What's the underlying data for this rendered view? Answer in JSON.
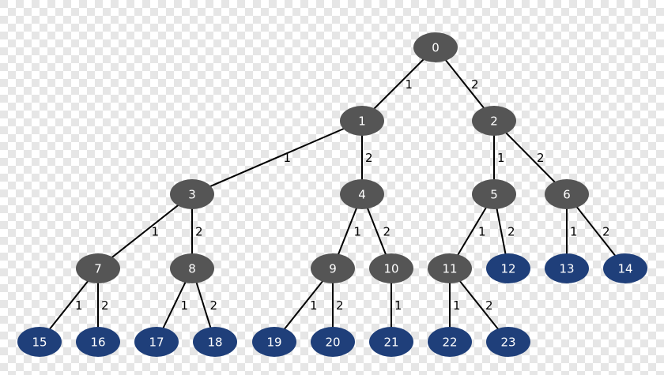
{
  "colors": {
    "internal_node": "#555555",
    "leaf_node": "#1f3f7a",
    "edge": "#000000",
    "node_text": "#ffffff",
    "checker_light": "#ffffff",
    "checker_dark": "#e6e6e6"
  },
  "nodes": [
    {
      "id": "0",
      "label": "0",
      "kind": "internal"
    },
    {
      "id": "1",
      "label": "1",
      "kind": "internal"
    },
    {
      "id": "2",
      "label": "2",
      "kind": "internal"
    },
    {
      "id": "3",
      "label": "3",
      "kind": "internal"
    },
    {
      "id": "4",
      "label": "4",
      "kind": "internal"
    },
    {
      "id": "5",
      "label": "5",
      "kind": "internal"
    },
    {
      "id": "6",
      "label": "6",
      "kind": "internal"
    },
    {
      "id": "7",
      "label": "7",
      "kind": "internal"
    },
    {
      "id": "8",
      "label": "8",
      "kind": "internal"
    },
    {
      "id": "9",
      "label": "9",
      "kind": "internal"
    },
    {
      "id": "10",
      "label": "10",
      "kind": "internal"
    },
    {
      "id": "11",
      "label": "11",
      "kind": "internal"
    },
    {
      "id": "12",
      "label": "12",
      "kind": "leaf"
    },
    {
      "id": "13",
      "label": "13",
      "kind": "leaf"
    },
    {
      "id": "14",
      "label": "14",
      "kind": "leaf"
    },
    {
      "id": "15",
      "label": "15",
      "kind": "leaf"
    },
    {
      "id": "16",
      "label": "16",
      "kind": "leaf"
    },
    {
      "id": "17",
      "label": "17",
      "kind": "leaf"
    },
    {
      "id": "18",
      "label": "18",
      "kind": "leaf"
    },
    {
      "id": "19",
      "label": "19",
      "kind": "leaf"
    },
    {
      "id": "20",
      "label": "20",
      "kind": "leaf"
    },
    {
      "id": "21",
      "label": "21",
      "kind": "leaf"
    },
    {
      "id": "22",
      "label": "22",
      "kind": "leaf"
    },
    {
      "id": "23",
      "label": "23",
      "kind": "leaf"
    }
  ],
  "edges": [
    {
      "from": "0",
      "to": "1",
      "label": "1"
    },
    {
      "from": "0",
      "to": "2",
      "label": "2"
    },
    {
      "from": "1",
      "to": "3",
      "label": "1"
    },
    {
      "from": "1",
      "to": "4",
      "label": "2"
    },
    {
      "from": "2",
      "to": "5",
      "label": "1"
    },
    {
      "from": "2",
      "to": "6",
      "label": "2"
    },
    {
      "from": "3",
      "to": "7",
      "label": "1"
    },
    {
      "from": "3",
      "to": "8",
      "label": "2"
    },
    {
      "from": "4",
      "to": "9",
      "label": "1"
    },
    {
      "from": "4",
      "to": "10",
      "label": "2"
    },
    {
      "from": "5",
      "to": "11",
      "label": "1"
    },
    {
      "from": "5",
      "to": "12",
      "label": "2"
    },
    {
      "from": "6",
      "to": "13",
      "label": "1"
    },
    {
      "from": "6",
      "to": "14",
      "label": "2"
    },
    {
      "from": "7",
      "to": "15",
      "label": "1"
    },
    {
      "from": "7",
      "to": "16",
      "label": "2"
    },
    {
      "from": "8",
      "to": "17",
      "label": "1"
    },
    {
      "from": "8",
      "to": "18",
      "label": "2"
    },
    {
      "from": "9",
      "to": "19",
      "label": "1"
    },
    {
      "from": "9",
      "to": "20",
      "label": "2"
    },
    {
      "from": "10",
      "to": "21",
      "label": "1"
    },
    {
      "from": "11",
      "to": "22",
      "label": "1"
    },
    {
      "from": "11",
      "to": "23",
      "label": "2"
    }
  ]
}
